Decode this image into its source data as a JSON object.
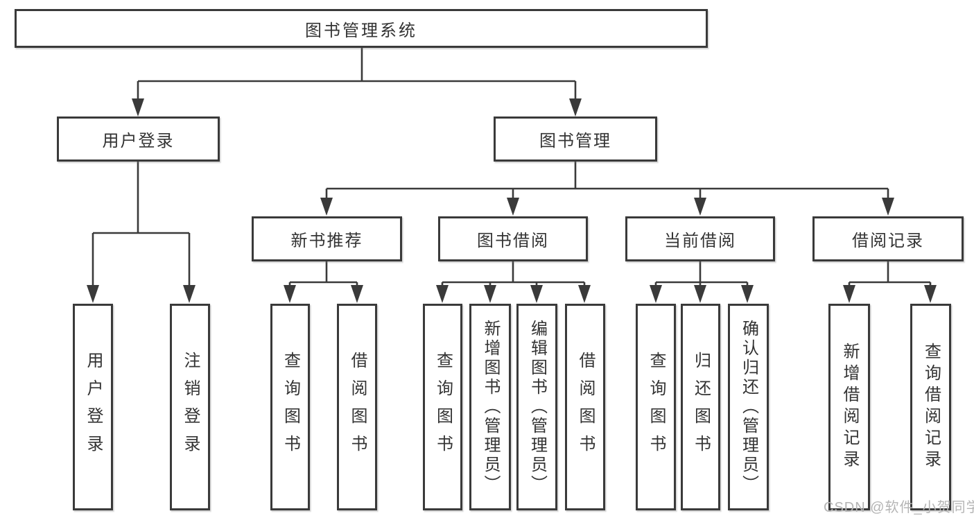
{
  "diagram": {
    "title": "图书管理系统",
    "root": {
      "label": "图书管理系统"
    },
    "branches": [
      {
        "label": "用户登录",
        "children": [
          {
            "label": "用户登录"
          },
          {
            "label": "注销登录"
          }
        ]
      },
      {
        "label": "图书管理",
        "children": [
          {
            "label": "新书推荐",
            "children": [
              {
                "label": "查询图书"
              },
              {
                "label": "借阅图书"
              }
            ]
          },
          {
            "label": "图书借阅",
            "children": [
              {
                "label": "查询图书"
              },
              {
                "label": "新增图书（管理员）"
              },
              {
                "label": "编辑图书（管理员）"
              },
              {
                "label": "借阅图书"
              }
            ]
          },
          {
            "label": "当前借阅",
            "children": [
              {
                "label": "查询图书"
              },
              {
                "label": "归还图书"
              },
              {
                "label": "确认归还（管理员）"
              }
            ]
          },
          {
            "label": "借阅记录",
            "children": [
              {
                "label": "新增借阅记录"
              },
              {
                "label": "查询借阅记录"
              }
            ]
          }
        ]
      }
    ]
  },
  "watermark": {
    "text": "CSDN @软件_小贺同学"
  },
  "colors": {
    "line": "#3a3a3a",
    "box_border": "#3a3a3a",
    "text": "#333333",
    "watermark": "#b5b5b5",
    "background": "#ffffff"
  }
}
